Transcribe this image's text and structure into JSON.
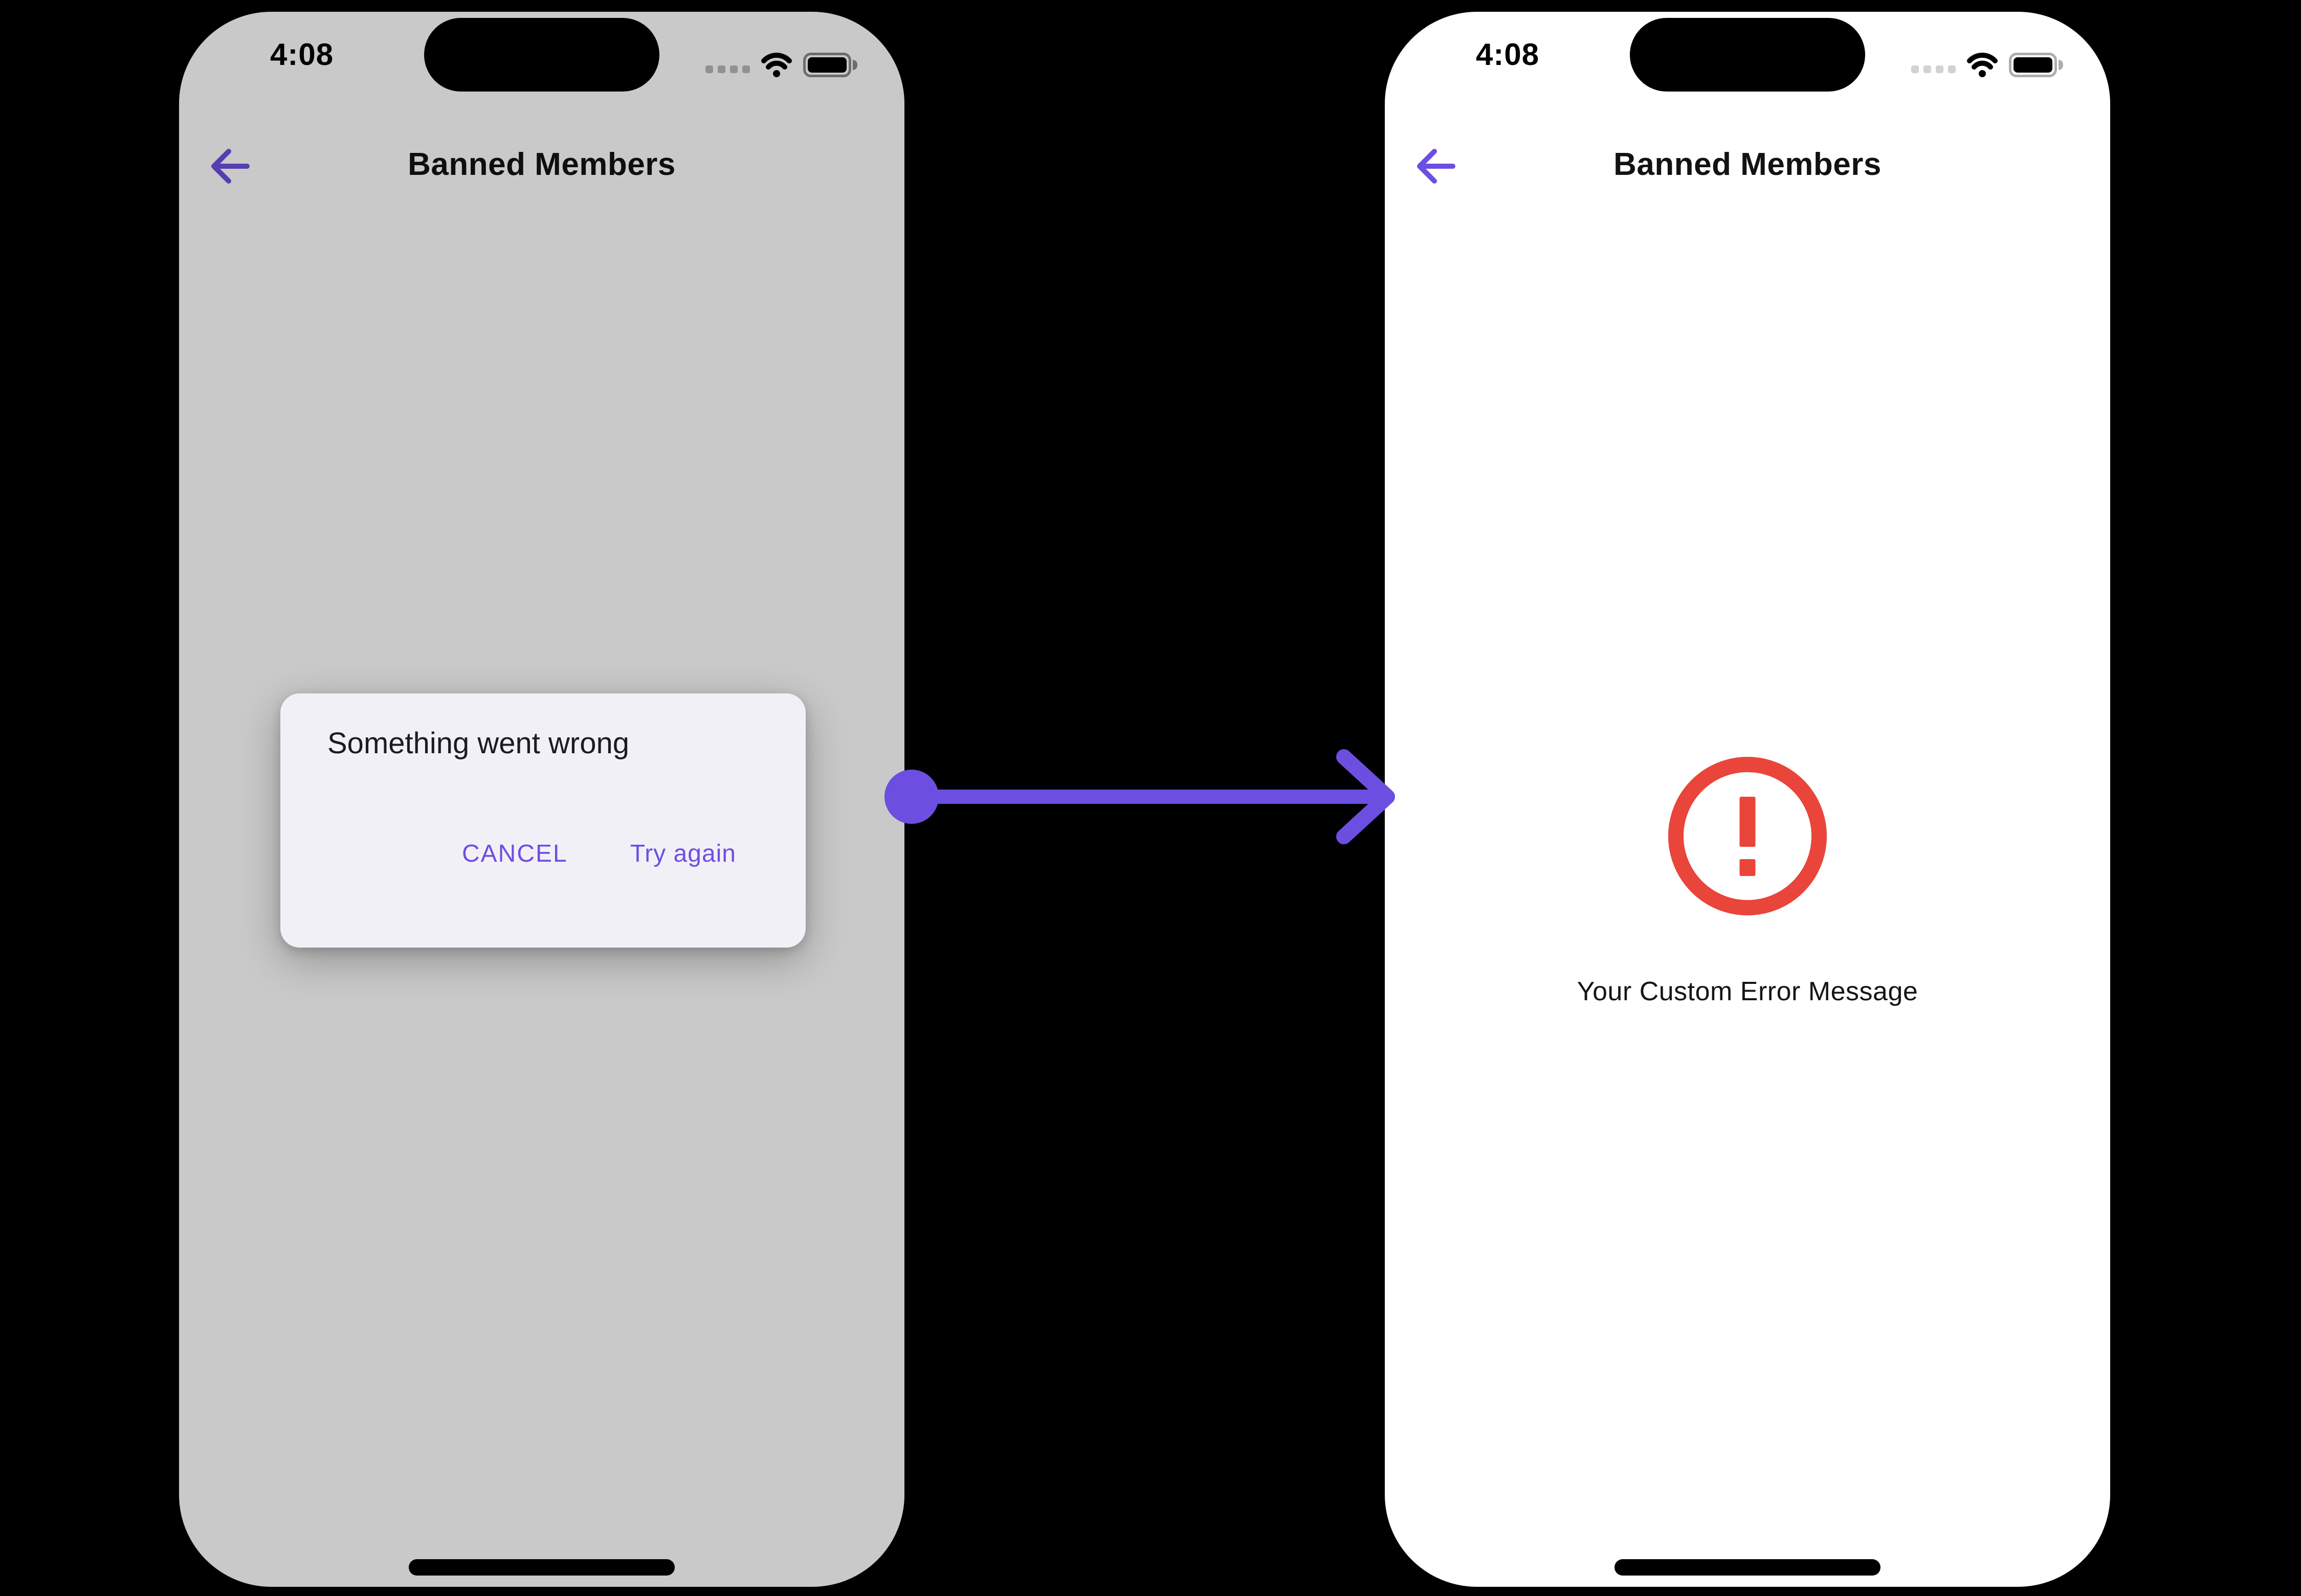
{
  "colors": {
    "canvas_bg": "#000000",
    "accent_purple": "#6C4FE0",
    "error_red": "#E9453A",
    "dialog_bg": "#F2F0F7",
    "screen_bg": "#FFFFFF",
    "title_text": "#121212",
    "dialog_title_text": "#1D1B20",
    "message_text": "#151515"
  },
  "left_phone": {
    "status_bar": {
      "time": "4:08"
    },
    "header": {
      "title": "Banned Members",
      "back_icon": "arrow-left"
    },
    "dialog": {
      "title": "Something went wrong",
      "cancel_label": "CANCEL",
      "try_again_label": "Try again"
    },
    "status_icons": [
      "cellular-dots",
      "wifi",
      "battery-full"
    ]
  },
  "right_phone": {
    "status_bar": {
      "time": "4:08"
    },
    "header": {
      "title": "Banned Members",
      "back_icon": "arrow-left"
    },
    "error_state": {
      "icon": "alert-circle",
      "message": "Your Custom Error Message"
    },
    "status_icons": [
      "cellular-dots",
      "wifi",
      "battery-full"
    ]
  },
  "connector": {
    "type": "flow-arrow-right"
  }
}
